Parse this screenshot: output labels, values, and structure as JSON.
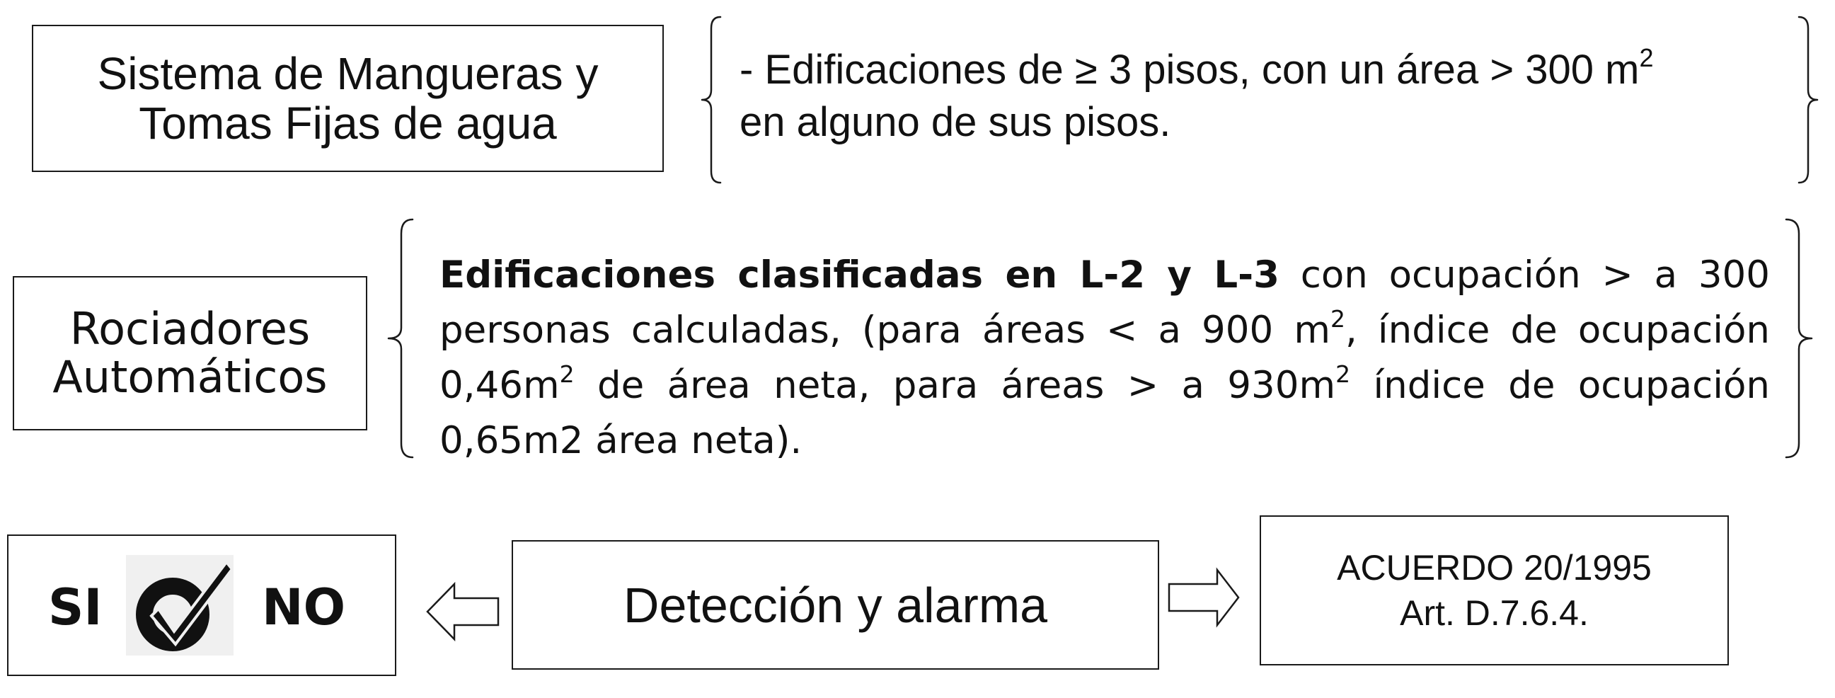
{
  "row1": {
    "title_lines": [
      "Sistema de Mangueras y",
      "Tomas Fijas de agua"
    ],
    "condition_line1": "- Edificaciones de ≥ 3 pisos, con un área > 300 m",
    "condition_sup": "2",
    "condition_line2": "en alguno de sus pisos."
  },
  "row2": {
    "title_lines": [
      "Rociadores",
      "Automáticos"
    ],
    "condition_bold": "Edificaciones clasificadas en L-2 y L-3",
    "condition_part1": " con ocupación > a 300 personas calculadas, (para áreas < a 900 m",
    "sup1": "2",
    "condition_part2": ", índice de ocupación 0,46m",
    "sup2": "2",
    "condition_part3": " de área neta, para áreas > a 930m",
    "sup3": "2",
    "condition_part4": " índice de ocupación 0,65m2 área neta)."
  },
  "row3": {
    "si_label": "SI",
    "no_label": "NO",
    "check_icon": "check-mark-icon",
    "detection_label": "Detección y alarma",
    "reference_lines": [
      "ACUERDO 20/1995",
      "Art. D.7.6.4."
    ],
    "left_arrow_icon": "hollow-left-arrow-icon",
    "right_arrow_icon": "hollow-right-arrow-icon"
  }
}
